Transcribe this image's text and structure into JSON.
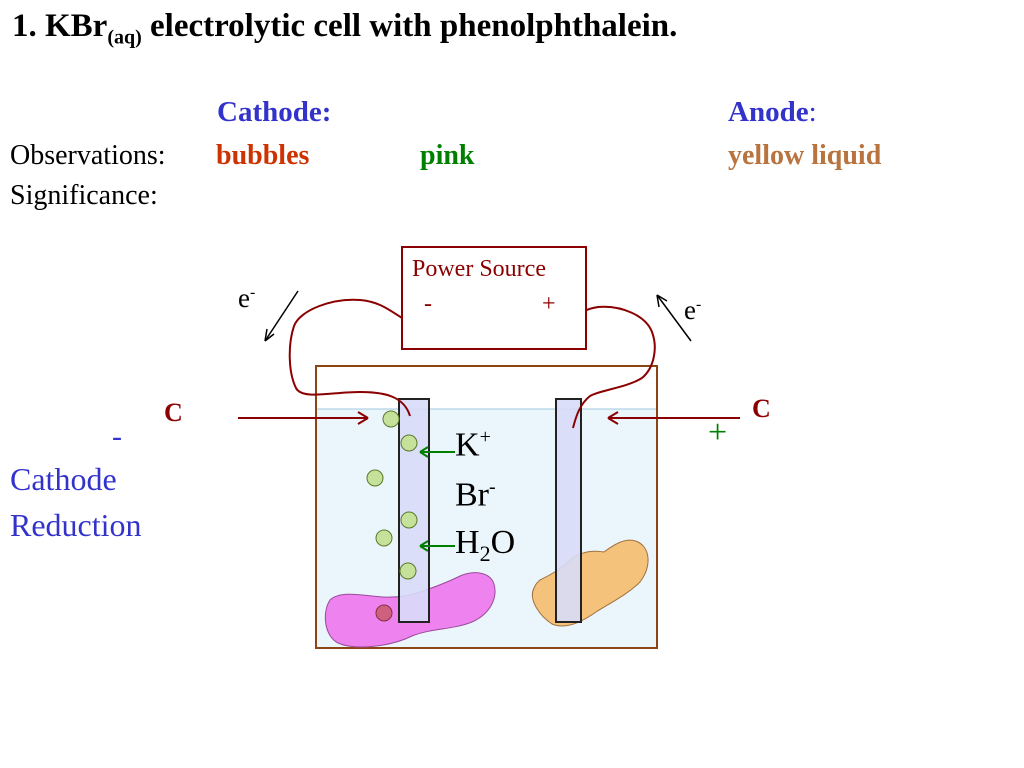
{
  "title": {
    "main": "1.  KBr",
    "sub": "(aq)",
    "rest": " electrolytic cell with phenolphthalein."
  },
  "headers": {
    "cathode": "Cathode:",
    "anode": "Anode",
    "anode_colon": ":"
  },
  "observations": {
    "label": "Observations:",
    "cathode_1": "bubbles",
    "cathode_2": "pink",
    "anode": "yellow  liquid"
  },
  "significance": {
    "label": "Significance:"
  },
  "side": {
    "minus": "-",
    "cathode": "Cathode",
    "reduction": "Reduction"
  },
  "electrodes": {
    "left_label": "C",
    "right_label": "C",
    "right_sign": "+"
  },
  "power_source": {
    "label": "Power Source",
    "minus": "-",
    "plus": "+"
  },
  "electron": {
    "left": "e",
    "right": "e",
    "charge": "-"
  },
  "ions": {
    "k": "K",
    "k_charge": "+",
    "br": "Br",
    "br_charge": "-",
    "h2o_a": "H",
    "h2o_sub": "2",
    "h2o_b": "O"
  },
  "colors": {
    "heading_blue": "#3333cc",
    "bubbles": "#cc3300",
    "pink_text": "#008000",
    "yellow_liquid": "#b8733e",
    "wire": "#8b0000",
    "pink_blob": "#ee82ee",
    "yellow_blob": "#f4c27a",
    "solution": "#eaf6fb",
    "bubble_fill": "#c6e29a"
  }
}
